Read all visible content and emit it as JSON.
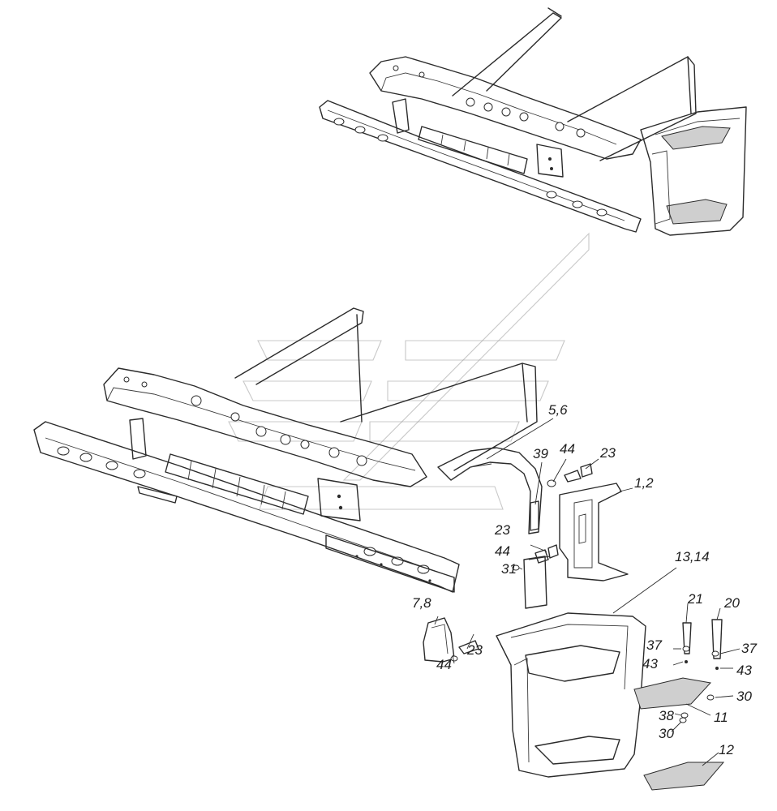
{
  "labels": {
    "l56": "5,6",
    "l39": "39",
    "l44a": "44",
    "l23a": "23",
    "l12a": "1,2",
    "l23b": "23",
    "l44b": "44",
    "l31": "31",
    "l1314": "13,14",
    "l78": "7,8",
    "l23c": "23",
    "l44c": "44",
    "l21": "21",
    "l20": "20",
    "l37a": "37",
    "l37b": "37",
    "l43a": "43",
    "l43b": "43",
    "l30a": "30",
    "l38": "38",
    "l30b": "30",
    "l11": "11",
    "l12": "12"
  },
  "colors": {
    "line": "#2b2b2b",
    "watermark": "#9a9a9a"
  }
}
